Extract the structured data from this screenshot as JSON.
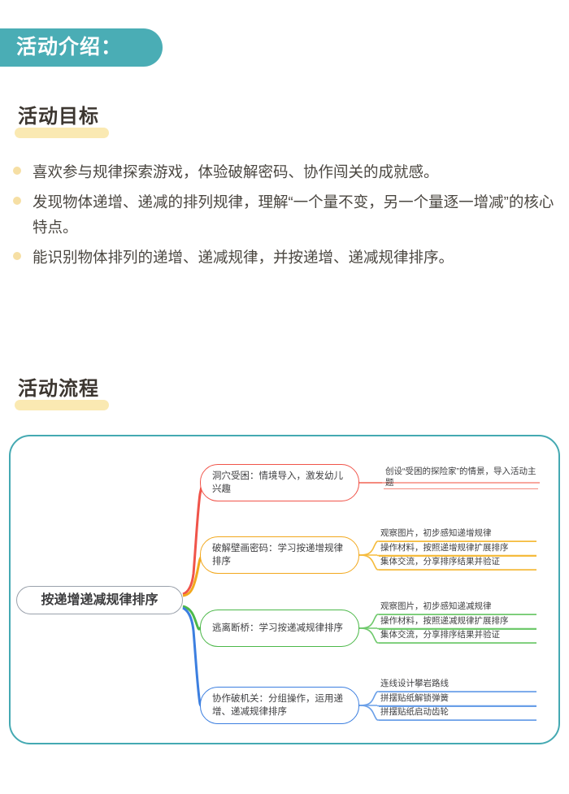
{
  "header": {
    "title": "活动介绍：",
    "accent": "#4aadb5"
  },
  "sections": {
    "goal": {
      "title": "活动目标",
      "highlight": "#fae9b2"
    },
    "flow": {
      "title": "活动流程",
      "highlight": "#fae9b2"
    }
  },
  "goals": [
    "喜欢参与规律探索游戏，体验破解密码、协作闯关的成就感。",
    "发现物体递增、递减的排列规律，理解“一个量不变，另一个量逐一增减”的核心特点。",
    "能识别物体排列的递增、递减规律，并按递增、递减规律排序。"
  ],
  "mindmap": {
    "border_color": "#44a9b2",
    "root": {
      "label": "按递增递减规律排序",
      "color": "#9aa1ab"
    },
    "branches": [
      {
        "label": "洞穴受困：情境导入，激发幼儿兴趣",
        "color": "#f0544a",
        "leaf_color": "#f58a7e",
        "leaves": [
          "创设“受困的探险家”的情景，导入活动主题"
        ]
      },
      {
        "label": "破解壁画密码：学习按递增规律排序",
        "color": "#f2a81d",
        "leaf_color": "#f5bb3c",
        "leaves": [
          "观察图片，初步感知递增规律",
          "操作材料，按照递增规律扩展排序",
          "集体交流，分享排序结果并验证"
        ]
      },
      {
        "label": "逃离断桥：学习按递减规律排序",
        "color": "#4cb849",
        "leaf_color": "#6fc96c",
        "leaves": [
          "观察图片，初步感知递减规律",
          "操作材料，按照递减规律扩展排序",
          "集体交流，分享排序结果并验证"
        ]
      },
      {
        "label": "协作破机关：分组操作，运用递增、递减规律排序",
        "color": "#3c7fe0",
        "leaf_color": "#6a9fe8",
        "leaves": [
          "连线设计攀岩路线",
          "拼摆贴纸解锁弹簧",
          "拼摆贴纸启动齿轮"
        ]
      }
    ]
  }
}
